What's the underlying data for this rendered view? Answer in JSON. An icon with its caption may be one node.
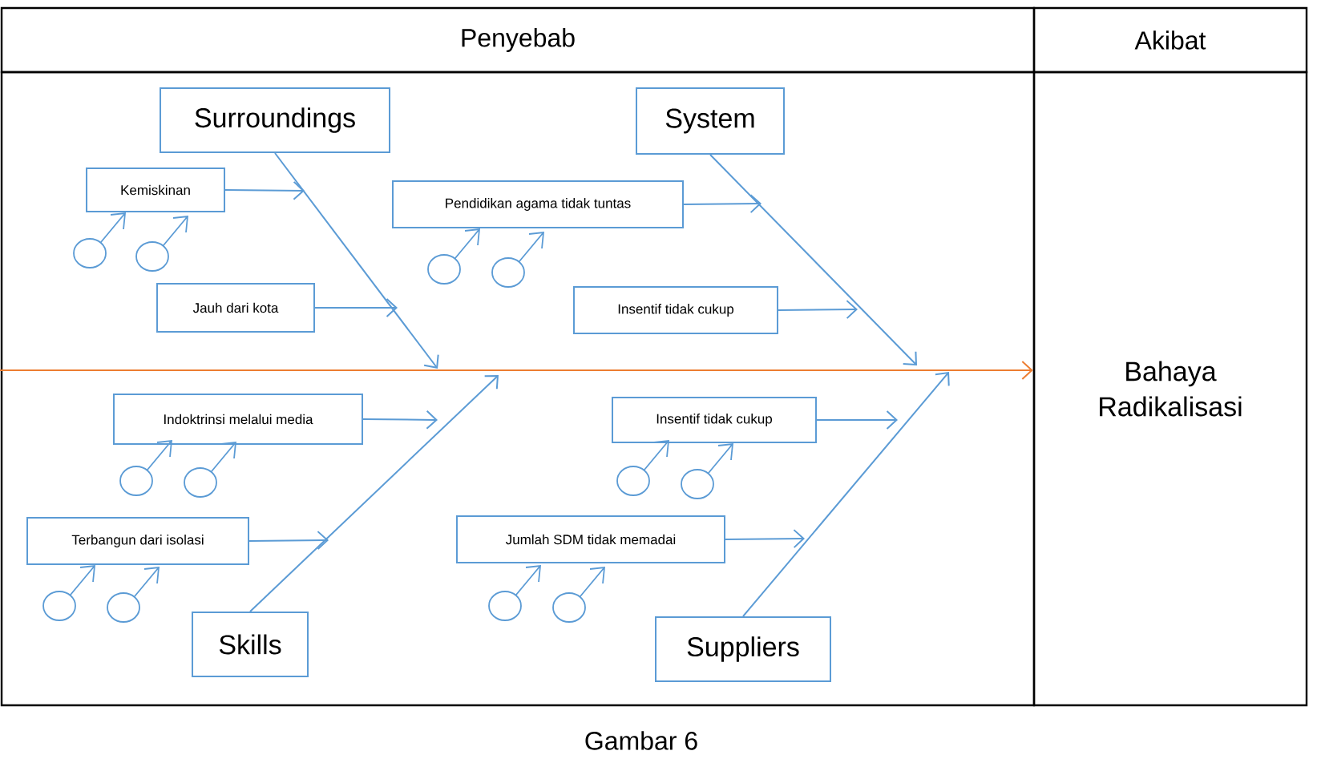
{
  "diagram": {
    "caption": "Gambar 6",
    "nodes": [
      {
        "text": [
          "Penyebab"
        ]
      },
      {
        "text": [
          "Akibat"
        ]
      },
      {
        "text": [
          "Bahaya Radikalisasi"
        ]
      },
      {
        "text": [
          "Surroundings"
        ]
      },
      {
        "text": [
          "Kemiskinan"
        ]
      },
      {
        "text": [
          "Jauh dari kota"
        ]
      },
      {
        "text": [
          "System"
        ]
      },
      {
        "text": [
          "Pendidikan agama tidak tuntas"
        ]
      },
      {
        "text": [
          "Insentif tidak cukup"
        ]
      },
      {
        "text": [
          "Indoktrinsi melalui media"
        ]
      },
      {
        "text": [
          "Terbangun dari isolasi"
        ]
      },
      {
        "text": [
          "Skills"
        ]
      },
      {
        "text": [
          "Insentif tidak cukup"
        ]
      },
      {
        "text": [
          "Jumlah SDM tidak memadai"
        ]
      },
      {
        "text": [
          "Suppliers"
        ]
      }
    ],
    "edges": [
      {
        "from": null,
        "to": 2,
        "arrow": "to",
        "color": "#ed7d31"
      },
      {
        "from": 3,
        "to": null,
        "arrow": "to"
      },
      {
        "from": 4,
        "to": null,
        "arrow": "to"
      },
      {
        "from": 5,
        "to": null,
        "arrow": "to"
      },
      {
        "from": 6,
        "to": null,
        "arrow": "to"
      },
      {
        "from": 7,
        "to": null,
        "arrow": "to"
      },
      {
        "from": 8,
        "to": null,
        "arrow": "to"
      },
      {
        "from": 9,
        "to": null,
        "arrow": "to"
      },
      {
        "from": 10,
        "to": null,
        "arrow": "to"
      },
      {
        "from": 11,
        "to": null,
        "arrow": "to"
      },
      {
        "from": 12,
        "to": null,
        "arrow": "to"
      },
      {
        "from": 13,
        "to": null,
        "arrow": "to"
      },
      {
        "from": 14,
        "to": null,
        "arrow": "to"
      }
    ]
  }
}
